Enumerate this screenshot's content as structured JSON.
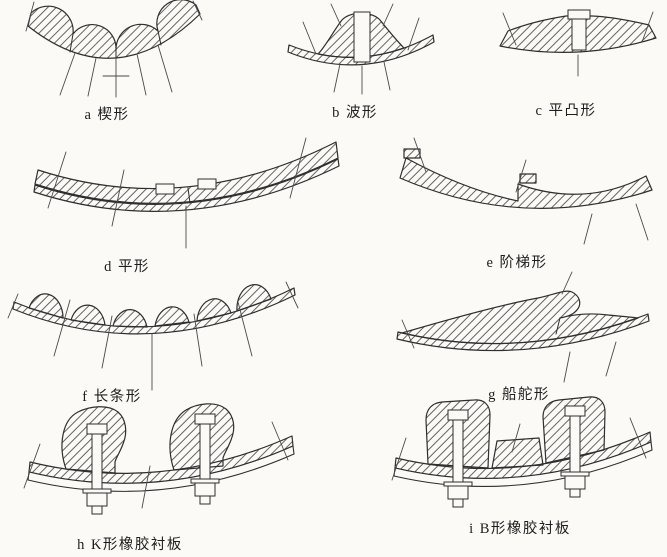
{
  "colors": {
    "background": "#fbfaf7",
    "ink": "#2e2e2e"
  },
  "figures": [
    {
      "id": "a",
      "label": "a 楔形"
    },
    {
      "id": "b",
      "label": "b 波形"
    },
    {
      "id": "c",
      "label": "c 平凸形"
    },
    {
      "id": "d",
      "label": "d 平形"
    },
    {
      "id": "e",
      "label": "e 阶梯形"
    },
    {
      "id": "f",
      "label": "f 长条形"
    },
    {
      "id": "g",
      "label": "g 船舵形"
    },
    {
      "id": "h",
      "label": "h K形橡胶衬板"
    },
    {
      "id": "i",
      "label": "i B形橡胶衬板"
    }
  ]
}
